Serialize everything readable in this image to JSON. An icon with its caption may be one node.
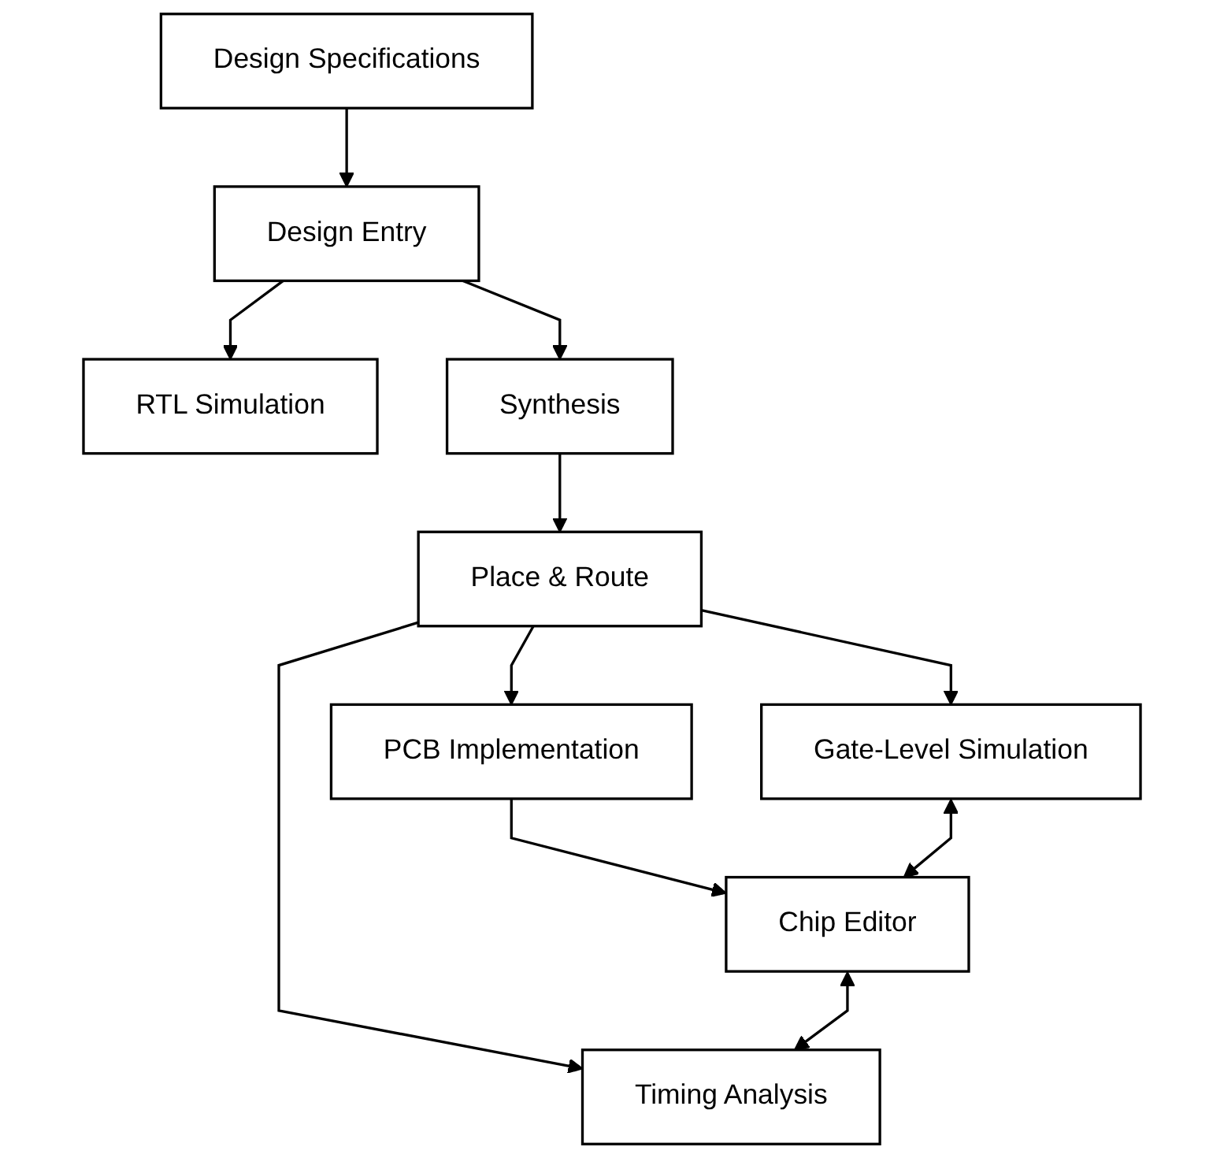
{
  "diagram": {
    "nodes": [
      {
        "text": [
          "Design Specifications"
        ]
      },
      {
        "text": [
          "Design Entry"
        ]
      },
      {
        "text": [
          "RTL Simulation"
        ]
      },
      {
        "text": [
          "Synthesis"
        ]
      },
      {
        "text": [
          "Place & Route"
        ]
      },
      {
        "text": [
          "PCB Implementation"
        ]
      },
      {
        "text": [
          "Gate-Level Simulation"
        ]
      },
      {
        "text": [
          "Timing Analysis"
        ]
      },
      {
        "text": [
          "Chip Editor"
        ]
      }
    ],
    "edges": [
      {
        "from": 0,
        "to": 1,
        "arrow": "to"
      },
      {
        "from": 1,
        "to": 2,
        "arrow": "to"
      },
      {
        "from": 1,
        "to": 3,
        "arrow": "to"
      },
      {
        "from": 3,
        "to": 4,
        "arrow": "to"
      },
      {
        "from": 4,
        "to": 6,
        "arrow": "to"
      },
      {
        "from": 4,
        "to": 5,
        "arrow": "to"
      },
      {
        "from": 4,
        "to": 7,
        "arrow": "to"
      },
      {
        "from": 5,
        "to": 8,
        "arrow": "to"
      },
      {
        "from": 6,
        "to": 8,
        "arrow": "both"
      },
      {
        "from": 8,
        "to": 7,
        "arrow": "both"
      }
    ]
  }
}
